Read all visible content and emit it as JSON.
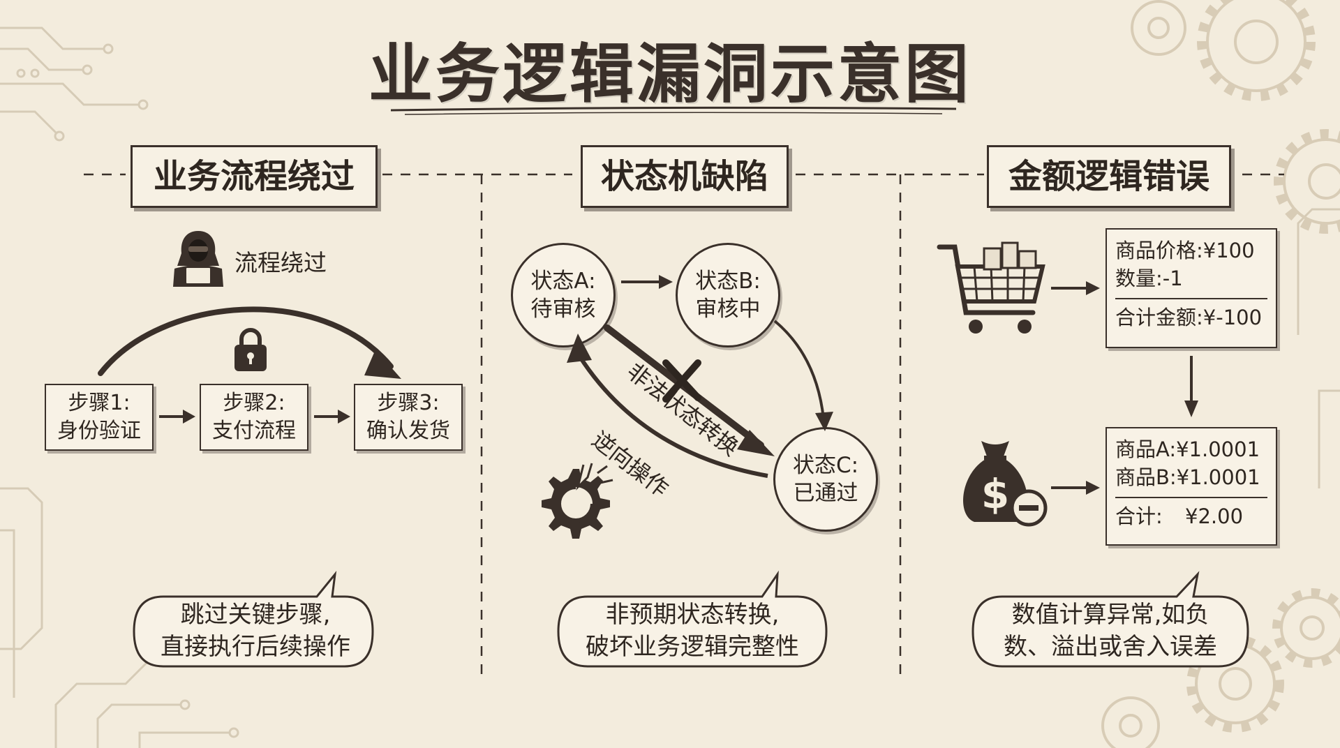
{
  "title": "业务逻辑漏洞示意图",
  "sections": {
    "bypass": {
      "heading": "业务流程绕过",
      "attacker_label": "流程绕过",
      "steps": [
        {
          "line1": "步骤1:",
          "line2": "身份验证"
        },
        {
          "line1": "步骤2:",
          "line2": "支付流程"
        },
        {
          "line1": "步骤3:",
          "line2": "确认发货"
        }
      ],
      "bubble_line1": "跳过关键步骤,",
      "bubble_line2": "直接执行后续操作"
    },
    "state": {
      "heading": "状态机缺陷",
      "states": [
        {
          "line1": "状态A:",
          "line2": "待审核"
        },
        {
          "line1": "状态B:",
          "line2": "审核中"
        },
        {
          "line1": "状态C:",
          "line2": "已通过"
        }
      ],
      "illegal_label": "非法状态转换",
      "reverse_label": "逆向操作",
      "bubble_line1": "非预期状态转换,",
      "bubble_line2": "破坏业务逻辑完整性"
    },
    "amount": {
      "heading": "金额逻辑错误",
      "cart": {
        "price_label": "商品价格:",
        "price_value": "¥100",
        "qty_label": "数量:",
        "qty_value": "-1",
        "total_label": "合计金额:",
        "total_value": "¥-100"
      },
      "rounding": {
        "a_label": "商品A:",
        "a_value": "¥1.0001",
        "b_label": "商品B:",
        "b_value": "¥1.0001",
        "total_label": "合计:",
        "total_value": "¥2.00"
      },
      "bubble_line1": "数值计算异常,如负",
      "bubble_line2": "数、溢出或舍入误差"
    }
  },
  "colors": {
    "paper": "#f3ecdd",
    "ink": "#3a302a"
  }
}
